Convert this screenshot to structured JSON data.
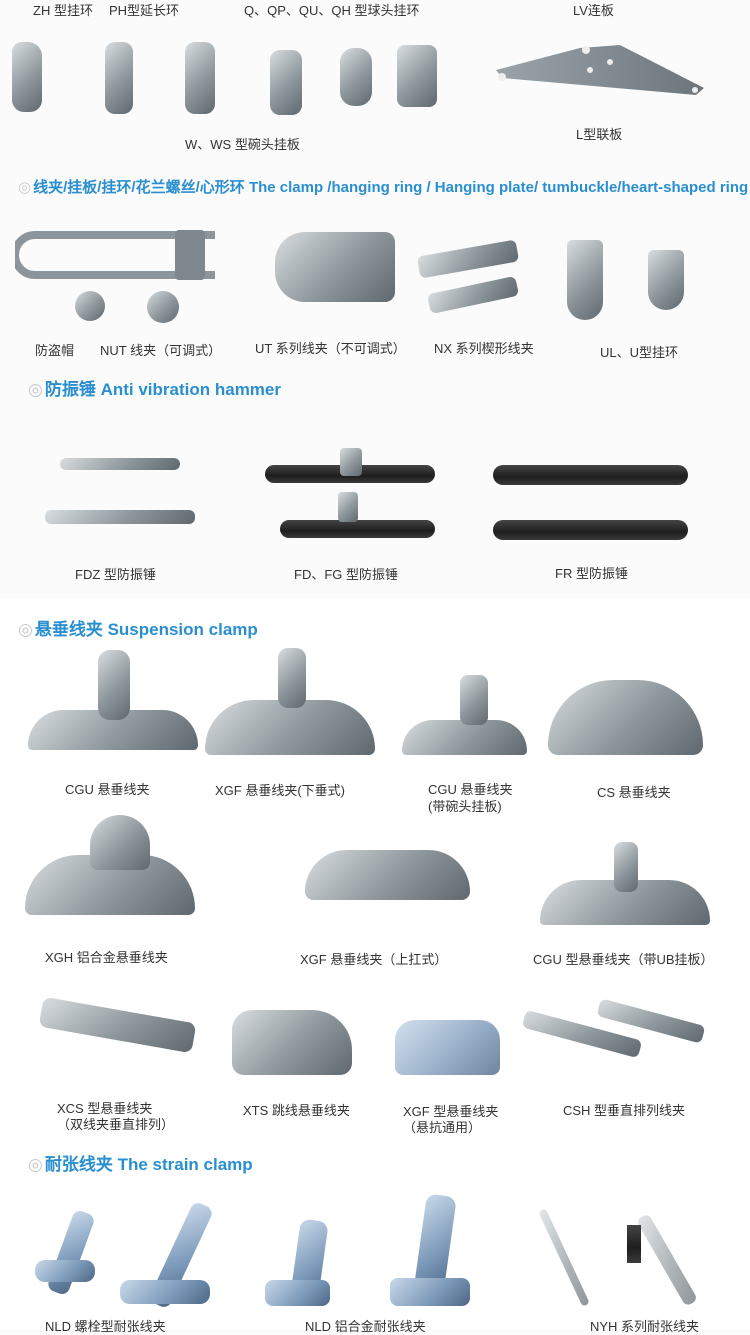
{
  "section_top": {
    "labels": [
      "ZH 型挂环",
      "PH型延长环",
      "Q、QP、QU、QH 型球头挂环",
      "LV连板",
      "W、WS 型碗头挂板",
      "L型联板"
    ]
  },
  "section_clamp": {
    "header_cn": "线夹/挂板/挂环/花兰螺丝/心形环",
    "header_en": "The clamp /hanging ring / Hanging  plate/ tumbuckle/heart-shaped ring",
    "labels": [
      "防盗帽",
      "NUT 线夹（可调式）",
      "UT 系列线夹（不可调式）",
      "NX 系列楔形线夹",
      "UL、U型挂环"
    ]
  },
  "section_hammer": {
    "header_cn": "防振锤",
    "header_en": "Anti vibration hammer",
    "labels": [
      "FDZ 型防振锤",
      "FD、FG  型防振锤",
      "FR  型防振锤"
    ]
  },
  "section_suspension": {
    "header_cn": "悬垂线夹",
    "header_en": "Suspension clamp",
    "labels": [
      "CGU 悬垂线夹",
      "XGF 悬垂线夹(下垂式)",
      "CGU 悬垂线夹",
      "(带碗头挂板)",
      "CS 悬垂线夹",
      "XGH  铝合金悬垂线夹",
      "XGF  悬垂线夹（上扛式）",
      "CGU 型悬垂线夹（带UB挂板）",
      "XCS 型悬垂线夹",
      "（双线夹垂直排列）",
      "XTS 跳线悬垂线夹",
      "XGF 型悬垂线夹",
      "（悬抗通用）",
      "CSH 型垂直排列线夹"
    ]
  },
  "section_strain": {
    "header_cn": "耐张线夹",
    "header_en": "The strain clamp",
    "labels": [
      "NLD 螺栓型耐张线夹",
      "NLD 铝合金耐张线夹",
      "NYH 系列耐张线夹"
    ]
  },
  "ring_symbol": "◎"
}
